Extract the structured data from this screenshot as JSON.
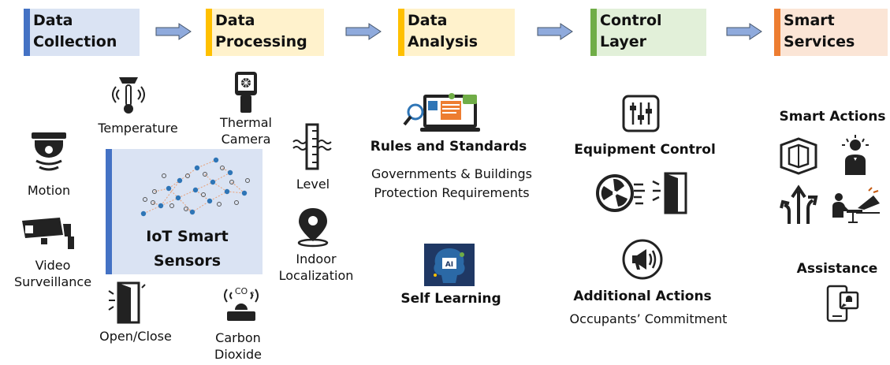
{
  "stages": [
    {
      "line1": "Data",
      "line2": "Collection",
      "bg": "#dae3f3",
      "accent": "#4472c4"
    },
    {
      "line1": "Data",
      "line2": "Processing",
      "bg": "#fff2cc",
      "accent": "#ffc000"
    },
    {
      "line1": "Data",
      "line2": "Analysis",
      "bg": "#fff2cc",
      "accent": "#ffc000"
    },
    {
      "line1": "Control",
      "line2": "Layer",
      "bg": "#e2f0d9",
      "accent": "#70ad47"
    },
    {
      "line1": "Smart",
      "line2": "Services",
      "bg": "#fbe5d6",
      "accent": "#ed7d31"
    }
  ],
  "arrow_color": "#8faadc",
  "sensors": {
    "temperature": "Temperature",
    "thermal_camera": "Thermal Camera",
    "motion": "Motion",
    "video_surveillance": "Video Surveillance",
    "level": "Level",
    "indoor_localization": "Indoor Localization",
    "open_close": "Open/Close",
    "carbon_dioxide": "Carbon Dioxide",
    "iot_box": "IoT Smart Sensors"
  },
  "analysis": {
    "rules_title": "Rules and Standards",
    "rules_desc": "Governments & Buildings Protection Requirements",
    "self_learning": "Self Learning"
  },
  "control": {
    "equipment_control": "Equipment Control",
    "additional_actions": "Additional Actions",
    "occupants": "Occupants’ Commitment"
  },
  "services": {
    "smart_actions": "Smart Actions",
    "assistance": "Assistance"
  }
}
